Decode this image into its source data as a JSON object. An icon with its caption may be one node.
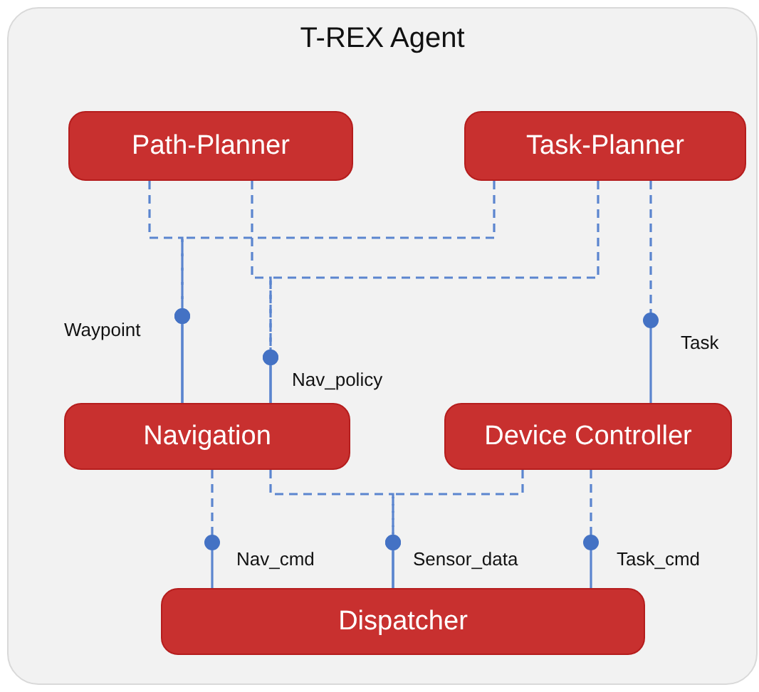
{
  "diagram": {
    "nodes": [
      {
        "text": [
          "T-REX Agent"
        ]
      },
      {
        "text": [
          "Path-Planner"
        ],
        "in": 0
      },
      {
        "text": [
          "Task-Planner"
        ],
        "in": 0
      },
      {
        "text": [
          "Navigation"
        ],
        "in": 0
      },
      {
        "text": [
          "Device Controller"
        ],
        "in": 0
      },
      {
        "text": [
          "Dispatcher"
        ],
        "in": 0
      }
    ],
    "edges": [
      {
        "from": 1,
        "to": 3,
        "arrow": "other",
        "label": "Waypoint"
      },
      {
        "from": 2,
        "to": 3,
        "arrow": "other"
      },
      {
        "from": 1,
        "to": 3,
        "arrow": "other",
        "label": "Nav_policy"
      },
      {
        "from": 2,
        "to": 3,
        "arrow": "other"
      },
      {
        "from": 2,
        "to": 4,
        "arrow": "other",
        "label": "Task"
      },
      {
        "from": 3,
        "to": 5,
        "arrow": "other",
        "label": "Nav_cmd"
      },
      {
        "from": 3,
        "to": 5,
        "arrow": "other",
        "label": "Sensor_data"
      },
      {
        "from": 4,
        "to": 5,
        "arrow": "other"
      },
      {
        "from": 4,
        "to": 5,
        "arrow": "other",
        "label": "Task_cmd"
      }
    ]
  }
}
